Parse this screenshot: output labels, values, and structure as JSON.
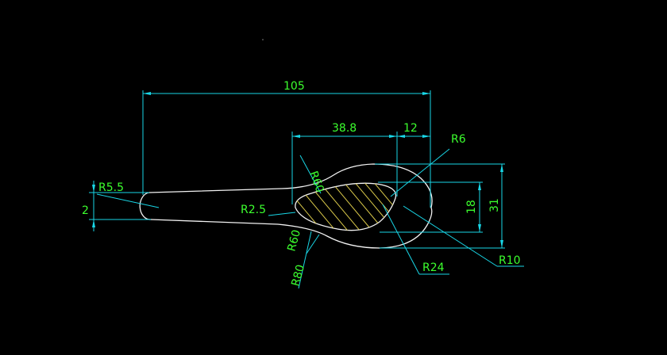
{
  "drawing": {
    "dimensions": {
      "overall_length": "105",
      "bowl_offset": "38.8",
      "tip_offset": "12",
      "overall_height": "31",
      "inner_height": "18",
      "handle_end_radius": "R5.5",
      "handle_end_width": "2",
      "upper_curve_radius": "R60",
      "lower_curve_radius": "R60",
      "outer_lower_radius": "R80",
      "inner_tip_radius": "R2.5",
      "inner_top_radius": "R6",
      "inner_bottom_radius": "R24",
      "bowl_radius": "R10"
    }
  },
  "colors": {
    "background": "#000000",
    "outline": "#f2f2f2",
    "dimension_lines": "#19d6e6",
    "dimension_text": "#3cff2e",
    "hatch": "#d9c84a"
  }
}
